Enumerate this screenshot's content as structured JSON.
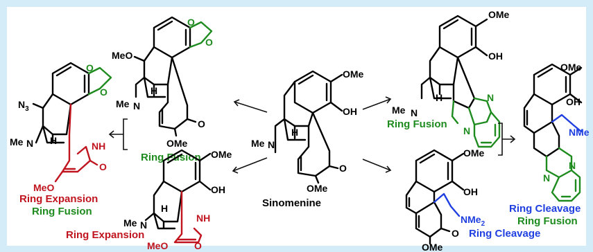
{
  "colors": {
    "background": "#d3ecf8",
    "panel": "#ffffff",
    "fusion": "#1e8b1e",
    "expansion": "#c0141e",
    "cleavage": "#1f3fe0"
  },
  "center": {
    "name": "Sinomenine",
    "atoms": {
      "ome_top": "OMe",
      "oh": "OH",
      "o": "O",
      "ome_bottom": "OMe",
      "me": "Me",
      "n": "N",
      "h": "H"
    }
  },
  "top_left": {
    "label": "Ring Fusion",
    "atoms": {
      "meo": "MeO",
      "o1": "O",
      "o2": "O",
      "me": "Me",
      "n": "N",
      "h": "H",
      "o": "O",
      "ome": "OMe"
    }
  },
  "left": {
    "label_1": "Ring Expansion",
    "label_2": "Ring Fusion",
    "atoms": {
      "n3": "N",
      "n3_sub": "3",
      "o1": "O",
      "o2": "O",
      "me": "Me",
      "n": "N",
      "h": "H",
      "nh": "NH",
      "meo": "MeO",
      "o": "O"
    }
  },
  "bottom_left": {
    "label": "Ring Expansion",
    "atoms": {
      "ome": "OMe",
      "oh": "OH",
      "me": "Me",
      "n": "N",
      "h": "H",
      "nh": "NH",
      "meo": "MeO",
      "o": "O"
    }
  },
  "top_right": {
    "label": "Ring Fusion",
    "atoms": {
      "ome": "OMe",
      "oh": "OH",
      "me": "Me",
      "n": "N",
      "h": "H",
      "n1": "N",
      "n2": "N"
    }
  },
  "bottom_right": {
    "label": "Ring Cleavage",
    "atoms": {
      "ome": "OMe",
      "oh": "OH",
      "nme2": "NMe",
      "nme2_sub": "2",
      "o": "O",
      "ome_bottom": "OMe"
    }
  },
  "far_right": {
    "label_1": "Ring Cleavage",
    "label_2": "Ring Fusion",
    "atoms": {
      "ome": "OMe",
      "oh": "OH",
      "nme": "NMe",
      "n1": "N",
      "n2": "N"
    }
  }
}
